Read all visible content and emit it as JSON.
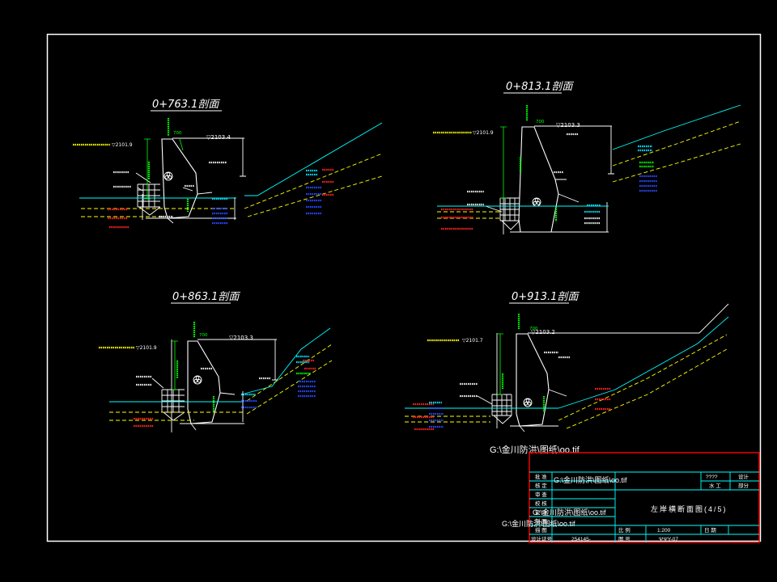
{
  "colors": {
    "background": "#000000",
    "frame": "#ffffff",
    "ground_line": "#00ffff",
    "soil_layer": "#ffff00",
    "dimension": "#00ff00",
    "label_red": "#ff0000",
    "label_blue": "#2848ff",
    "title_block_border": "#ff0000"
  },
  "sections": [
    {
      "title": "0+763.1剖面",
      "crest_elev": "▽2103.4",
      "flood_elev": "▽2101.9",
      "crest_width": "700"
    },
    {
      "title": "0+813.1剖面",
      "crest_elev": "▽2103.3",
      "flood_elev": "▽2101.9",
      "crest_width": "700"
    },
    {
      "title": "0+863.1剖面",
      "crest_elev": "▽2103.3",
      "flood_elev": "▽2101.9",
      "crest_width": "700"
    },
    {
      "title": "0+913.1剖面",
      "crest_elev": "▽2103.2",
      "flood_elev": "▽2101.7",
      "crest_width": "700"
    }
  ],
  "overlay_path": "G:\\金川防洪\\图纸\\oo.tif",
  "title_block": {
    "roles": [
      "批 准",
      "核 定",
      "审 查",
      "校 核",
      "设 计",
      "制 图",
      "描 图",
      "设计证号"
    ],
    "project": "????",
    "stage": "设计",
    "discipline": "水 工",
    "part": "部分",
    "drawing_title": "左岸横断面图(4/5)",
    "scale_label": "比 例",
    "scale": "1:200",
    "date_label": "日 期",
    "number_label": "图 号",
    "number": "ΨΨY-07",
    "cert_no": "254145-"
  }
}
